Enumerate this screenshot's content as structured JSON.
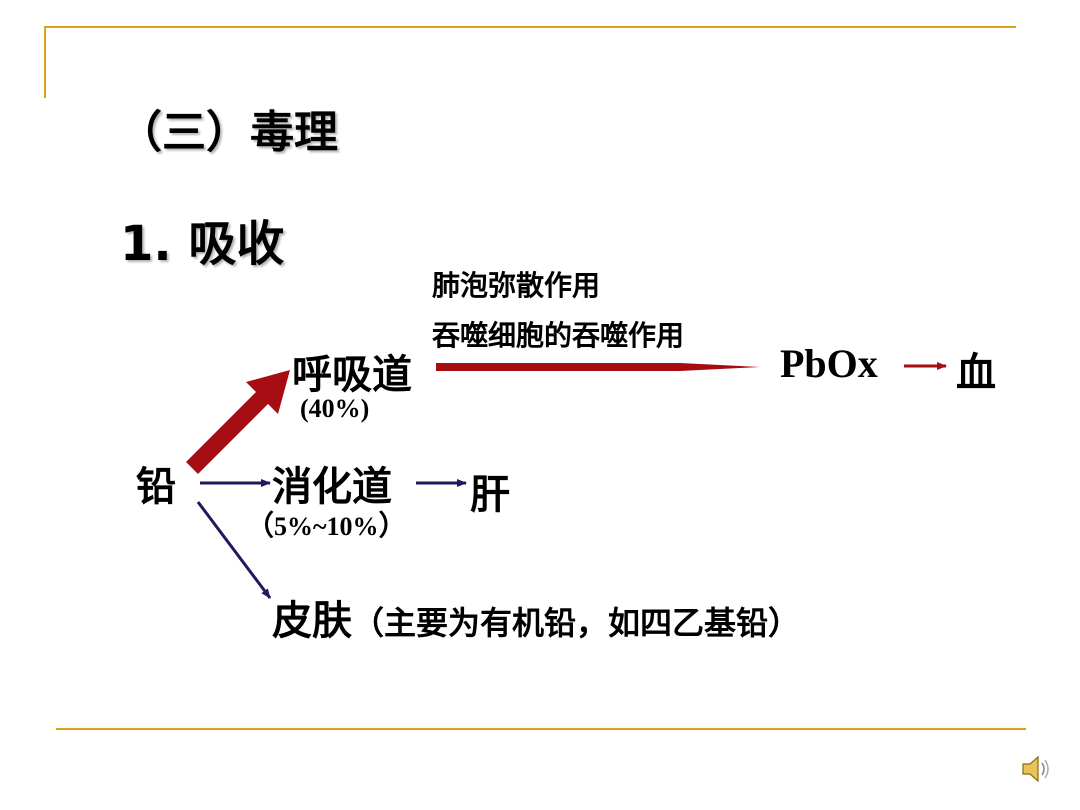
{
  "slide": {
    "section_title": "（三）毒理",
    "subsection_title": "1.  吸收"
  },
  "diagram": {
    "source": "铅",
    "routes": {
      "respiratory": {
        "label": "呼吸道",
        "percent": "(40%)",
        "mechanism_line1": "肺泡弥散作用",
        "mechanism_line2": "吞噬细胞的吞噬作用",
        "product": "PbOx",
        "destination": "血"
      },
      "digestive": {
        "label": "消化道",
        "percent_open": "（",
        "percent": "5%~10%",
        "percent_close": "）",
        "destination": "肝"
      },
      "skin": {
        "label": "皮肤",
        "note": "（主要为有机铅，如四乙基铅）"
      }
    }
  },
  "colors": {
    "rule": "#d9a21b",
    "red_arrow": "#a50d12",
    "navy_arrow": "#1f1a5e"
  },
  "icons": {
    "audio": "speaker-icon"
  }
}
